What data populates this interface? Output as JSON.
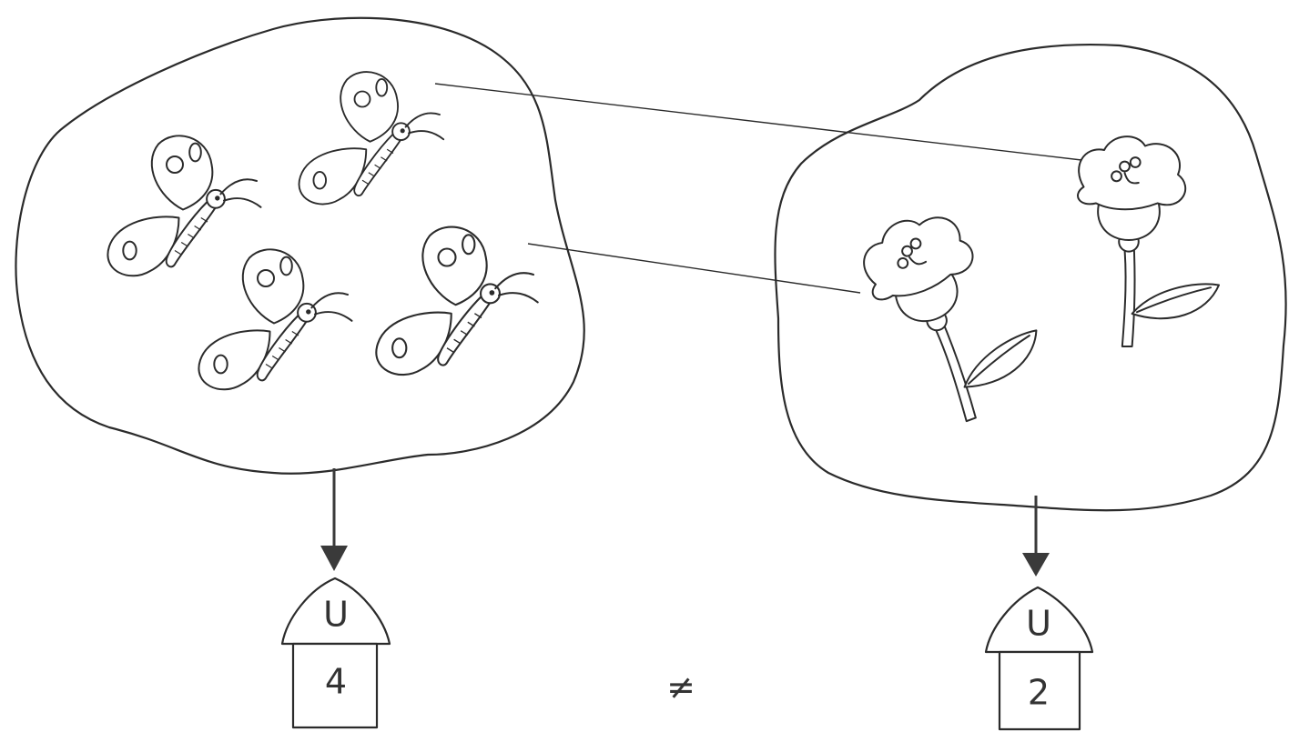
{
  "left_set": {
    "item": "butterfly",
    "count_label": "4",
    "roof_letter": "U"
  },
  "right_set": {
    "item": "flower",
    "count_label": "2",
    "roof_letter": "U"
  },
  "relation_symbol": "≠",
  "colors": {
    "ink": "#2b2b2b",
    "background": "#ffffff"
  }
}
